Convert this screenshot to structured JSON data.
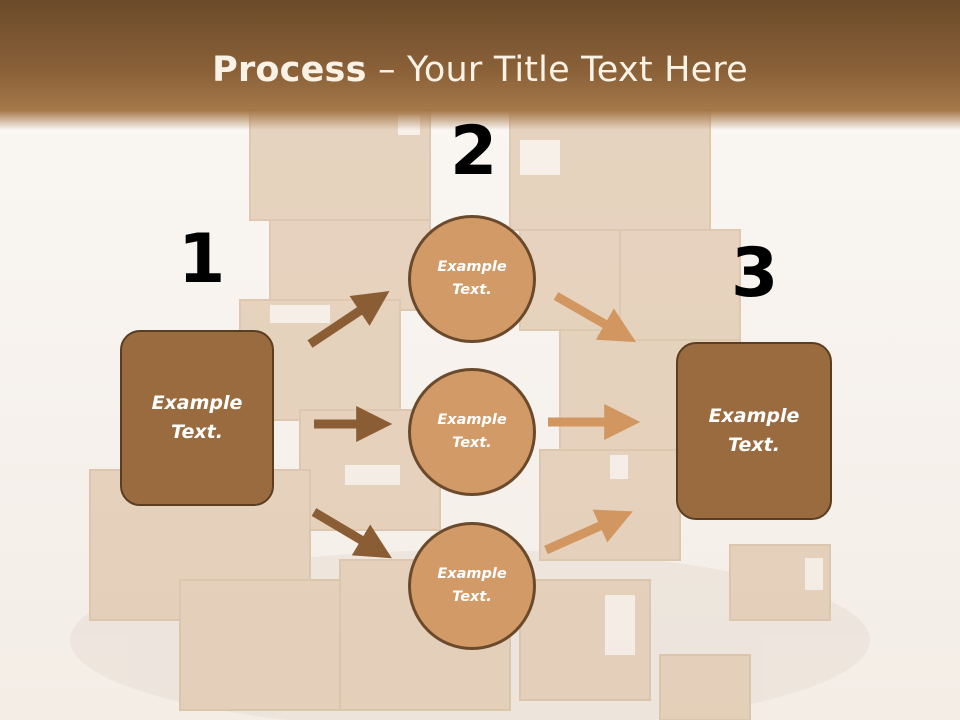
{
  "title": {
    "bold": "Process",
    "rest": " – Your Title Text Here"
  },
  "steps": {
    "one": "1",
    "two": "2",
    "three": "3"
  },
  "left_box": {
    "label": "Example\nText."
  },
  "right_box": {
    "label": "Example\nText."
  },
  "circles": [
    {
      "label": "Example\nText."
    },
    {
      "label": "Example\nText."
    },
    {
      "label": "Example\nText."
    }
  ],
  "colors": {
    "header": "#8a6138",
    "box_fill": "#9a6b3f",
    "circle_fill": "#d19a67",
    "arrow_dark": "#8a5d35",
    "arrow_light": "#d29660"
  }
}
